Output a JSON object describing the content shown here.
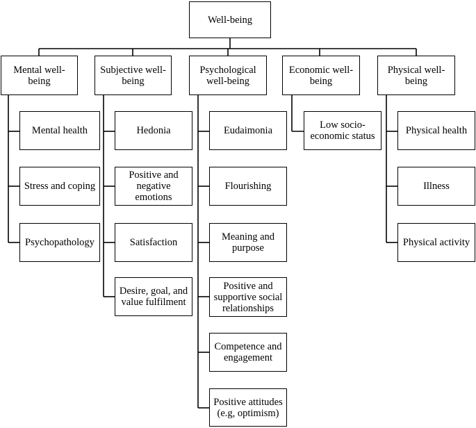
{
  "root": {
    "label": "Well-being"
  },
  "categories": [
    {
      "label": "Mental well-being",
      "children": [
        "Mental health",
        "Stress and coping",
        "Psychopathology"
      ]
    },
    {
      "label": "Subjective well-being",
      "children": [
        "Hedonia",
        "Positive and negative emotions",
        "Satisfaction",
        "Desire, goal, and value fulfilment"
      ]
    },
    {
      "label": "Psychological well-being",
      "children": [
        "Eudaimonia",
        "Flourishing",
        "Meaning and purpose",
        "Positive and supportive social relationships",
        "Competence and engagement",
        "Positive attitudes (e.g, optimism)"
      ]
    },
    {
      "label": "Economic well-being",
      "children": [
        "Low socio-economic status"
      ]
    },
    {
      "label": "Physical well-being",
      "children": [
        "Physical health",
        "Illness",
        "Physical activity"
      ]
    }
  ]
}
